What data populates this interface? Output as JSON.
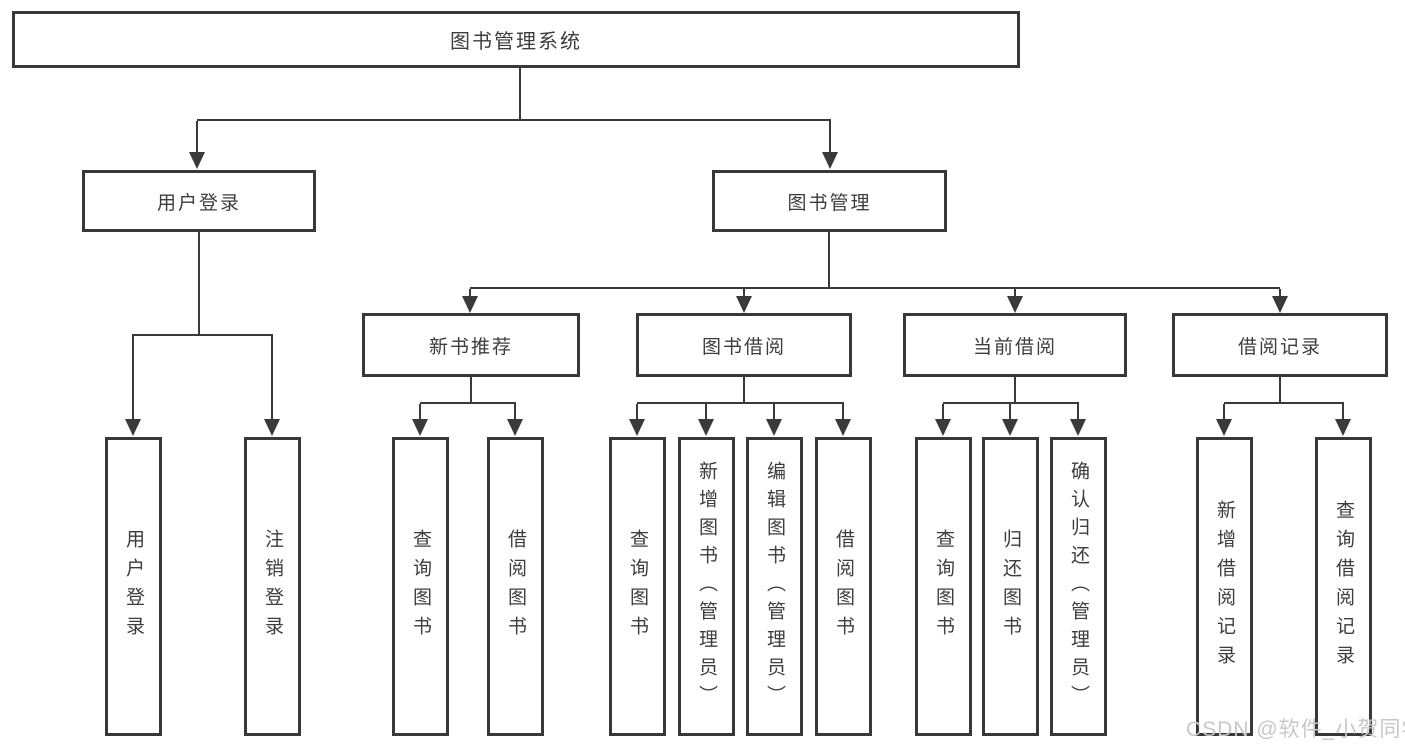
{
  "diagram": {
    "type": "hierarchy-tree",
    "tree": {
      "label": "图书管理系统",
      "children": [
        {
          "label": "用户登录",
          "children": [
            {
              "label": "用户登录"
            },
            {
              "label": "注销登录"
            }
          ]
        },
        {
          "label": "图书管理",
          "children": [
            {
              "label": "新书推荐",
              "children": [
                {
                  "label": "查询图书"
                },
                {
                  "label": "借阅图书"
                }
              ]
            },
            {
              "label": "图书借阅",
              "children": [
                {
                  "label": "查询图书"
                },
                {
                  "label": "新增图书（管理员）"
                },
                {
                  "label": "编辑图书（管理员）"
                },
                {
                  "label": "借阅图书"
                }
              ]
            },
            {
              "label": "当前借阅",
              "children": [
                {
                  "label": "查询图书"
                },
                {
                  "label": "归还图书"
                },
                {
                  "label": "确认归还（管理员）"
                }
              ]
            },
            {
              "label": "借阅记录",
              "children": [
                {
                  "label": "新增借阅记录"
                },
                {
                  "label": "查询借阅记录"
                }
              ]
            }
          ]
        }
      ]
    },
    "colors": {
      "line": "#3a3a3a",
      "box_border": "#383838",
      "text": "#3d3d3d",
      "background": "#ffffff",
      "watermark": "#c8c8c8"
    }
  },
  "watermark": "CSDN @软件_小贺同学"
}
